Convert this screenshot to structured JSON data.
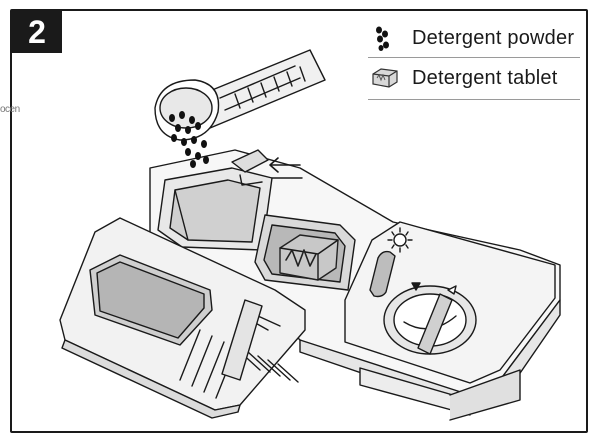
{
  "step": {
    "number": "2"
  },
  "legend": {
    "powder": {
      "label": "Detergent powder",
      "icon": "powder-drops-icon"
    },
    "tablet": {
      "label": "Detergent tablet",
      "icon": "tablet-icon"
    }
  },
  "edge_text": "ocen",
  "colors": {
    "outline": "#1a1a1a",
    "grey_fill": "#d9d9d9",
    "light_fill": "#f2f2f2",
    "dark_grey": "#8c8c8c"
  }
}
